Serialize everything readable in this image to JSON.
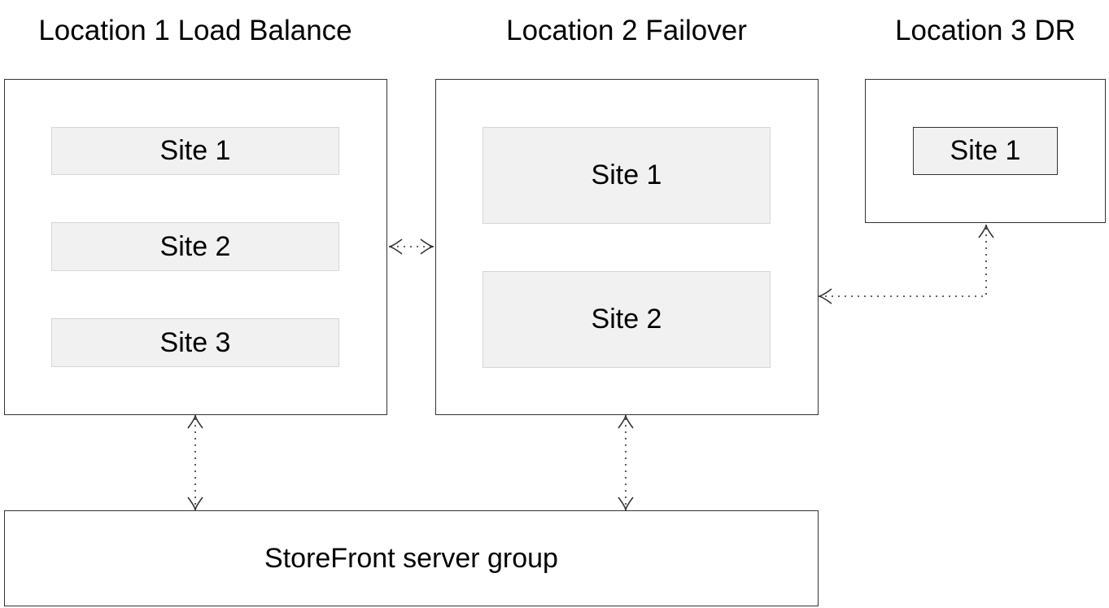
{
  "locations": [
    {
      "title": "Location 1 Load Balance",
      "sites": [
        "Site 1",
        "Site 2",
        "Site 3"
      ]
    },
    {
      "title": "Location 2 Failover",
      "sites": [
        "Site 1",
        "Site 2"
      ]
    },
    {
      "title": "Location 3 DR",
      "sites": [
        "Site 1"
      ]
    }
  ],
  "storefront": {
    "label": "StoreFront server group"
  },
  "colors": {
    "box_border": "#333333",
    "site_fill": "#f1f1f1",
    "site_border": "#d6d6d6",
    "connector": "#333333"
  }
}
